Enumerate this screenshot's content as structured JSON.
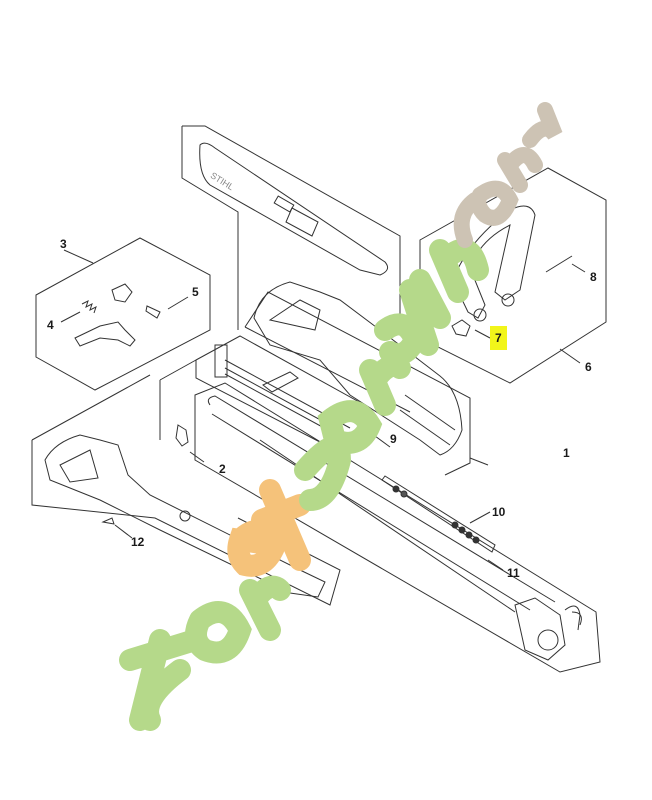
{
  "diagram": {
    "type": "exploded-parts-diagram",
    "brand_marking": "STIHL",
    "highlighted_part": "7",
    "highlight_color": "#f2f51a",
    "line_color": "#333333",
    "callouts": [
      {
        "id": "1",
        "label": "1"
      },
      {
        "id": "2",
        "label": "2"
      },
      {
        "id": "3",
        "label": "3"
      },
      {
        "id": "4",
        "label": "4"
      },
      {
        "id": "5",
        "label": "5"
      },
      {
        "id": "6",
        "label": "6"
      },
      {
        "id": "7",
        "label": "7"
      },
      {
        "id": "8",
        "label": "8"
      },
      {
        "id": "9",
        "label": "9"
      },
      {
        "id": "10",
        "label": "10"
      },
      {
        "id": "11",
        "label": "11"
      },
      {
        "id": "12",
        "label": "12"
      }
    ]
  },
  "watermark": {
    "text_part1": "for",
    "text_part2": "et",
    "text_part3": "jardin",
    "text_part4": ".com",
    "color_green": "#b5d98a",
    "color_orange": "#f5c27a",
    "color_gray": "#cdc3b4"
  }
}
